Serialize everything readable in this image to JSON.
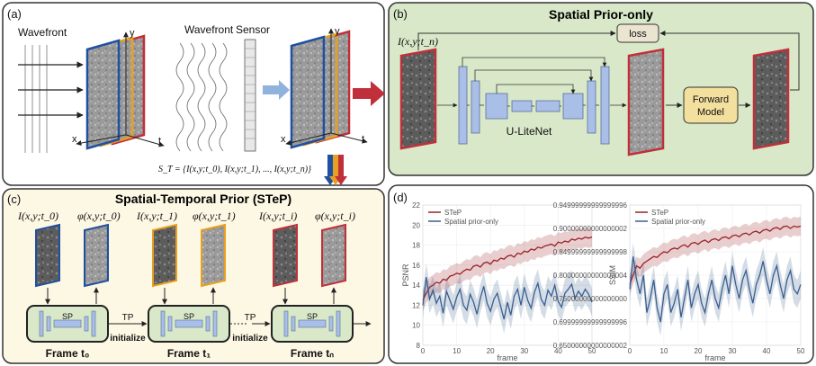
{
  "panel_a": {
    "label": "(a)",
    "wavefront_left": "Wavefront",
    "wavefront_mid": "Wavefront",
    "sensor": "Sensor",
    "axis_y": "y",
    "axis_x": "x",
    "axis_t": "t",
    "sequence": "S_T = {I(x,y;t_0), I(x,y;t_1), ..., I(x,y;t_n)}"
  },
  "panel_b": {
    "label": "(b)",
    "title": "Spatial Prior-only",
    "input_label": "I(x,y;t_n)",
    "loss": "loss",
    "network": "U-LiteNet",
    "forward_model_line1": "Forward",
    "forward_model_line2": "Model"
  },
  "panel_c": {
    "label": "(c)",
    "title": "Spatial-Temporal Prior (STeP)",
    "frames": [
      {
        "intensity": "I(x,y;t_0)",
        "phase": "φ(x,y;t_0)",
        "caption": "Frame t₀",
        "color": "#1f4fa0"
      },
      {
        "intensity": "I(x,y;t_1)",
        "phase": "φ(x,y;t_1)",
        "caption": "Frame t₁",
        "color": "#e8a020"
      },
      {
        "intensity": "I(x,y;t_i)",
        "phase": "φ(x,y;t_i)",
        "caption": "Frame tₙ",
        "color": "#c0303a"
      }
    ],
    "sp": "SP",
    "tp": "TP",
    "initialize": "initialize"
  },
  "panel_d": {
    "label": "(d)"
  },
  "chart_data": [
    {
      "type": "line",
      "xlabel": "frame",
      "ylabel": "PSNR",
      "xlim": [
        0,
        50
      ],
      "ylim": [
        8,
        22
      ],
      "xticks": [
        0,
        10,
        20,
        30,
        40,
        50
      ],
      "yticks": [
        8,
        10,
        12,
        14,
        16,
        18,
        20,
        22
      ],
      "legend": "top-left",
      "x": [
        0,
        1,
        2,
        3,
        4,
        5,
        6,
        7,
        8,
        9,
        10,
        11,
        12,
        13,
        14,
        15,
        16,
        17,
        18,
        19,
        20,
        21,
        22,
        23,
        24,
        25,
        26,
        27,
        28,
        29,
        30,
        31,
        32,
        33,
        34,
        35,
        36,
        37,
        38,
        39,
        40,
        41,
        42,
        43,
        44,
        45,
        46,
        47,
        48,
        49,
        50
      ],
      "series": [
        {
          "name": "STeP",
          "color": "#9b2226",
          "values": [
            12.5,
            13.2,
            13.8,
            14.0,
            14.3,
            14.2,
            14.6,
            14.5,
            14.9,
            15.0,
            15.2,
            15.1,
            15.4,
            15.6,
            15.5,
            15.9,
            16.0,
            15.8,
            16.2,
            16.3,
            16.1,
            16.5,
            16.4,
            16.7,
            16.6,
            16.9,
            17.0,
            16.8,
            17.2,
            17.1,
            17.4,
            17.3,
            17.6,
            17.5,
            17.8,
            17.7,
            17.9,
            18.0,
            18.1,
            17.9,
            18.3,
            18.2,
            18.4,
            18.3,
            18.6,
            18.5,
            18.7,
            18.6,
            18.8,
            18.7,
            18.8
          ],
          "band": 1.0
        },
        {
          "name": "Spatial prior-only",
          "color": "#3a5f8f",
          "values": [
            12.0,
            14.8,
            12.6,
            13.5,
            12.2,
            12.9,
            11.2,
            13.4,
            12.5,
            11.6,
            12.8,
            13.6,
            12.0,
            11.5,
            13.1,
            12.3,
            11.1,
            12.7,
            13.9,
            12.2,
            11.4,
            12.6,
            13.2,
            11.9,
            10.6,
            12.3,
            11.0,
            12.9,
            13.6,
            12.0,
            13.8,
            12.5,
            11.7,
            13.3,
            14.2,
            12.6,
            12.0,
            13.5,
            12.9,
            14.0,
            12.4,
            11.8,
            13.2,
            13.6,
            14.1,
            12.7,
            13.4,
            12.9,
            13.6,
            13.1,
            12.3
          ],
          "band": 1.4
        }
      ]
    },
    {
      "type": "line",
      "xlabel": "frame",
      "ylabel": "SSIM",
      "xlim": [
        0,
        50
      ],
      "ylim": [
        0.65,
        0.95
      ],
      "xticks": [
        0,
        10,
        20,
        30,
        40,
        50
      ],
      "yticks": [
        0.65,
        0.7,
        0.75,
        0.8,
        0.85,
        0.9,
        0.95
      ],
      "legend": "top-left",
      "x": [
        0,
        1,
        2,
        3,
        4,
        5,
        6,
        7,
        8,
        9,
        10,
        11,
        12,
        13,
        14,
        15,
        16,
        17,
        18,
        19,
        20,
        21,
        22,
        23,
        24,
        25,
        26,
        27,
        28,
        29,
        30,
        31,
        32,
        33,
        34,
        35,
        36,
        37,
        38,
        39,
        40,
        41,
        42,
        43,
        44,
        45,
        46,
        47,
        48,
        49,
        50
      ],
      "series": [
        {
          "name": "STeP",
          "color": "#9b2226",
          "values": [
            0.78,
            0.8,
            0.82,
            0.815,
            0.825,
            0.83,
            0.835,
            0.84,
            0.838,
            0.845,
            0.85,
            0.848,
            0.855,
            0.858,
            0.856,
            0.862,
            0.865,
            0.86,
            0.868,
            0.87,
            0.866,
            0.872,
            0.875,
            0.87,
            0.876,
            0.878,
            0.874,
            0.88,
            0.882,
            0.878,
            0.884,
            0.886,
            0.882,
            0.888,
            0.89,
            0.886,
            0.892,
            0.894,
            0.89,
            0.896,
            0.898,
            0.894,
            0.9,
            0.902,
            0.898,
            0.904,
            0.905,
            0.9,
            0.905,
            0.903,
            0.905
          ],
          "band": 0.02
        },
        {
          "name": "Spatial prior-only",
          "color": "#3a5f8f",
          "values": [
            0.77,
            0.84,
            0.79,
            0.76,
            0.8,
            0.72,
            0.75,
            0.79,
            0.73,
            0.7,
            0.76,
            0.78,
            0.72,
            0.74,
            0.77,
            0.71,
            0.75,
            0.79,
            0.73,
            0.76,
            0.78,
            0.74,
            0.72,
            0.76,
            0.79,
            0.75,
            0.73,
            0.77,
            0.8,
            0.76,
            0.82,
            0.78,
            0.75,
            0.79,
            0.81,
            0.77,
            0.74,
            0.78,
            0.8,
            0.83,
            0.79,
            0.76,
            0.8,
            0.82,
            0.78,
            0.75,
            0.79,
            0.81,
            0.77,
            0.76,
            0.78
          ],
          "band": 0.03
        }
      ]
    }
  ],
  "colors": {
    "panel_a_bg": "#ffffff",
    "panel_b_bg": "#d8e8c8",
    "panel_c_bg": "#fdf8e4",
    "panel_d_bg": "#ffffff",
    "blue": "#1f4fa0",
    "orange": "#e8a020",
    "red": "#c0303a",
    "unet_block": "#a9bfe8",
    "arrow_blue": "#8fb3dd",
    "arrow_red": "#c0303a"
  }
}
